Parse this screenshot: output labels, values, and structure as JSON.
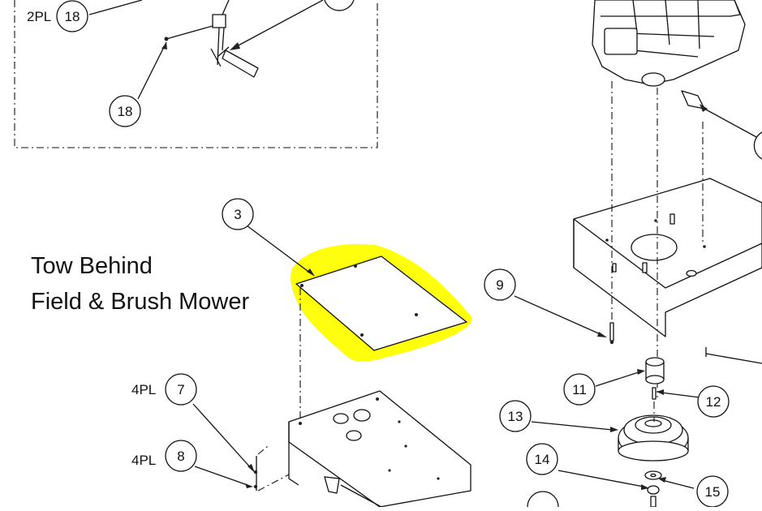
{
  "caption": {
    "line1": "Tow Behind",
    "line2": "Field & Brush Mower"
  },
  "callouts": [
    {
      "id": "c18a",
      "label": "18"
    },
    {
      "id": "c18b",
      "label": "18"
    },
    {
      "id": "c3",
      "label": "3"
    },
    {
      "id": "c9",
      "label": "9"
    },
    {
      "id": "c7",
      "label": "7"
    },
    {
      "id": "c8",
      "label": "8"
    },
    {
      "id": "c11",
      "label": "11"
    },
    {
      "id": "c12",
      "label": "12"
    },
    {
      "id": "c13",
      "label": "13"
    },
    {
      "id": "c14",
      "label": "14"
    },
    {
      "id": "c15",
      "label": "15"
    }
  ],
  "quantity_labels": {
    "pl_18": "2PL",
    "pl_7": "4PL",
    "pl_8": "4PL"
  },
  "highlight": {
    "part": "3",
    "color": "#ffff00"
  }
}
